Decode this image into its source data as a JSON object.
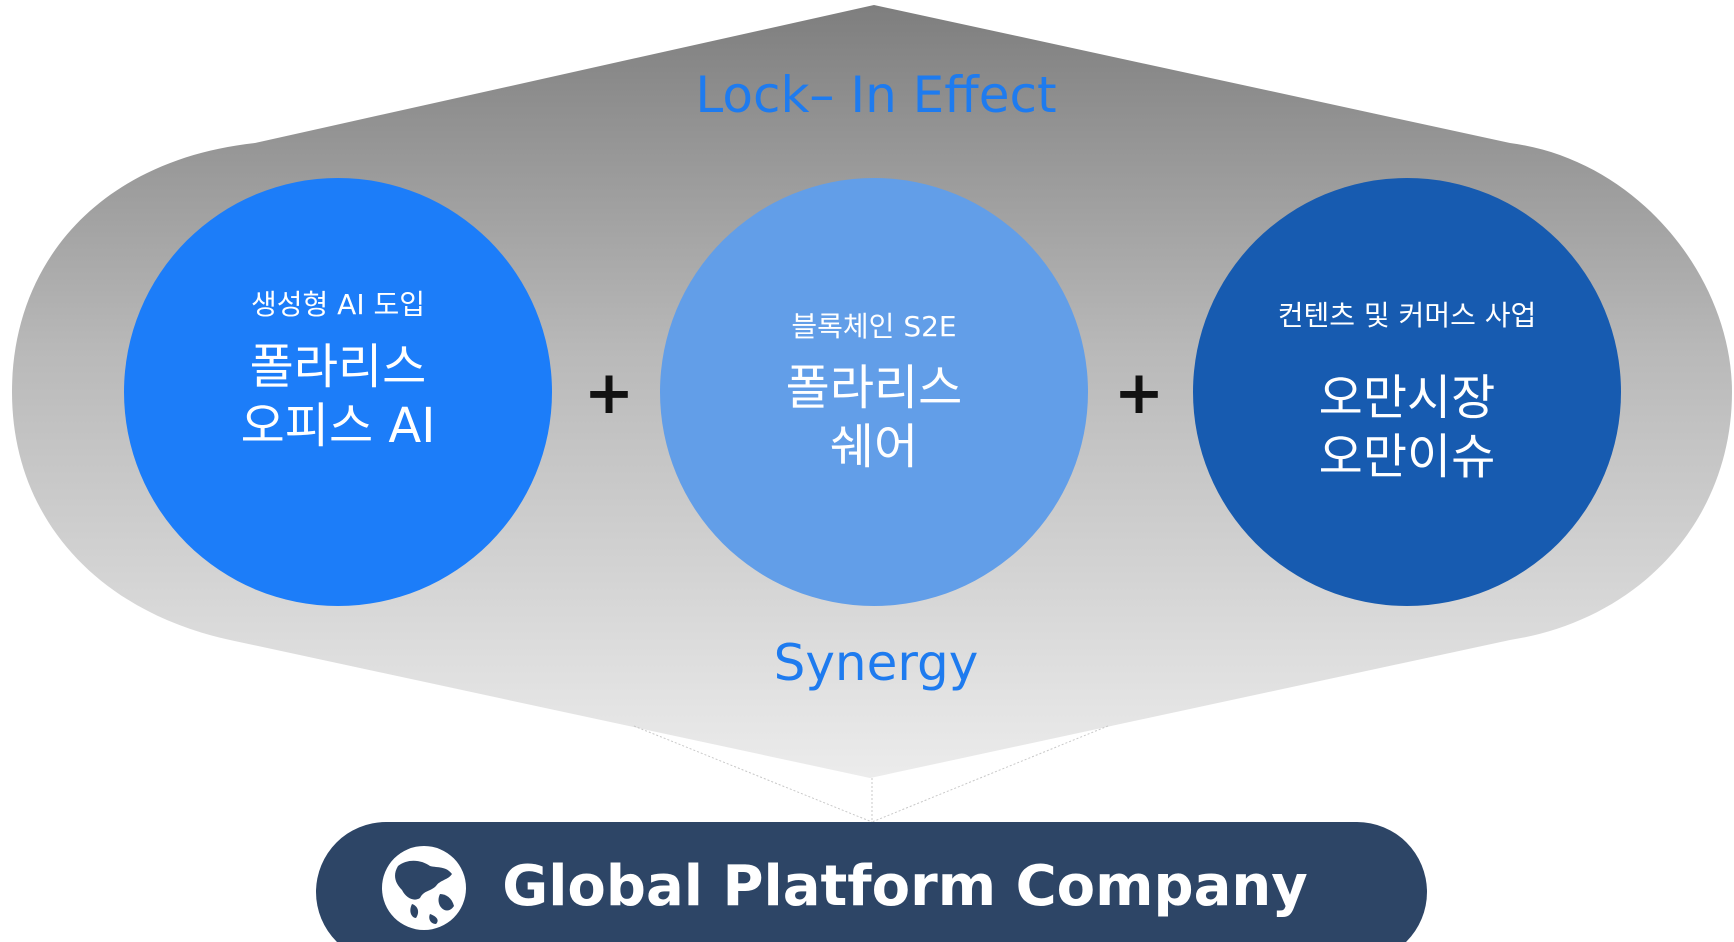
{
  "diagram": {
    "top_label": "Lock– In Effect",
    "bottom_label": "Synergy",
    "operator_symbol": "+",
    "circles": [
      {
        "subtitle": "생성형 AI 도입",
        "title_lines": [
          "폴라리스",
          "오피스 AI"
        ],
        "color": "#1c7df9"
      },
      {
        "subtitle": "블록체인 S2E",
        "title_lines": [
          "폴라리스",
          "쉐어"
        ],
        "color": "#629ee8"
      },
      {
        "subtitle": "컨텐츠 및 커머스 사업",
        "title_lines": [
          "오만시장",
          "오만이슈"
        ],
        "color": "#175bb0"
      }
    ],
    "footer": {
      "label": "Global Platform Company",
      "icon": "globe-icon",
      "color": "#2d4566"
    },
    "colors": {
      "accent_text": "#1e7bef",
      "shape_top": "#7e7e7e",
      "shape_bottom": "#e9e9e9"
    }
  }
}
